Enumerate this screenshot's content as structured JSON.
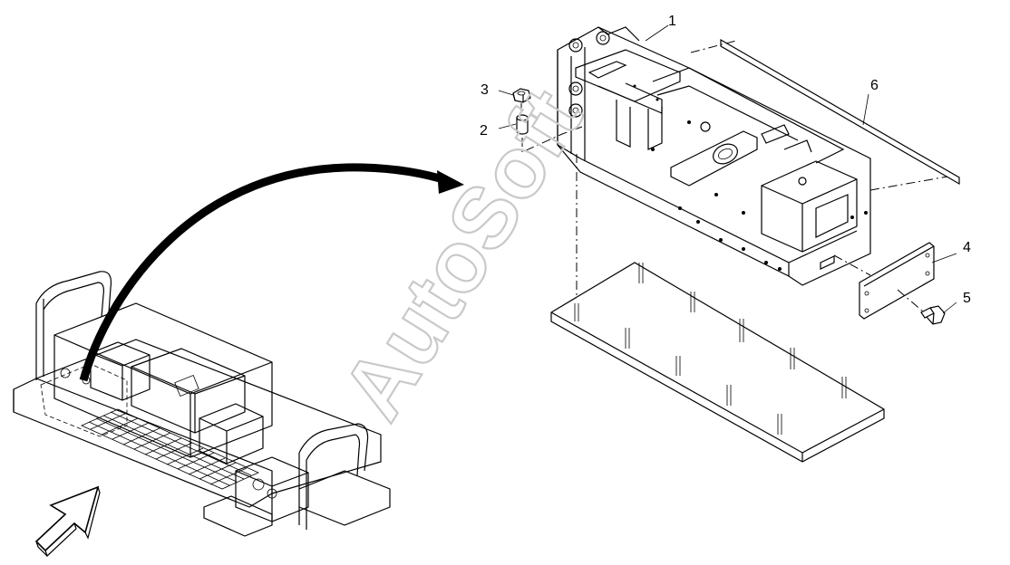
{
  "watermark": "AutoSoft",
  "callouts": [
    "1",
    "2",
    "3",
    "4",
    "5",
    "6"
  ],
  "icons": {
    "arrow": "curved-arrow-icon",
    "direction": "direction-arrow-icon"
  }
}
